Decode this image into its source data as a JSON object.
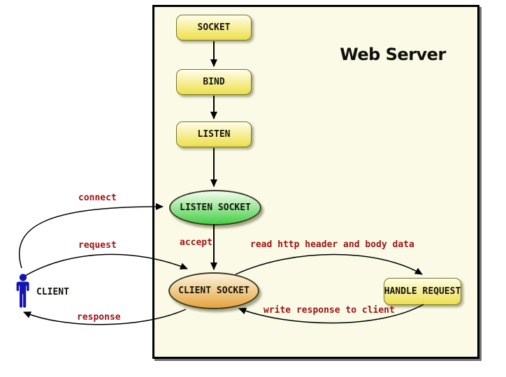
{
  "diagram": {
    "title": "Web Server",
    "actor": {
      "label": "CLIENT"
    },
    "nodes": {
      "socket": {
        "label": "SOCKET"
      },
      "bind": {
        "label": "BIND"
      },
      "listen": {
        "label": "LISTEN"
      },
      "listen_socket": {
        "label": "LISTEN SOCKET"
      },
      "client_socket": {
        "label": "CLIENT SOCKET"
      },
      "handle_request": {
        "label": "HANDLE REQUEST"
      }
    },
    "edges": {
      "connect": {
        "label": "connect"
      },
      "request": {
        "label": "request"
      },
      "response": {
        "label": "response"
      },
      "accept": {
        "label": "accept"
      },
      "read_http": {
        "label": "read http header and body data"
      },
      "write_response": {
        "label": "write response to client"
      }
    },
    "colors": {
      "edge_label": "#9C1414",
      "server_bg": "#FAFAE6",
      "yellow_top": "#FFFEE9",
      "yellow_bottom": "#EDDF4B",
      "yellow_border": "#76762E",
      "green_top": "#F4FDEF",
      "green_bottom": "#45CE45",
      "orange_top": "#FCF4DD",
      "orange_bottom": "#E5A33C",
      "ellipse_border": "#3A3A22",
      "actor_blue": "#1414AE",
      "arrow": "#000000"
    }
  }
}
